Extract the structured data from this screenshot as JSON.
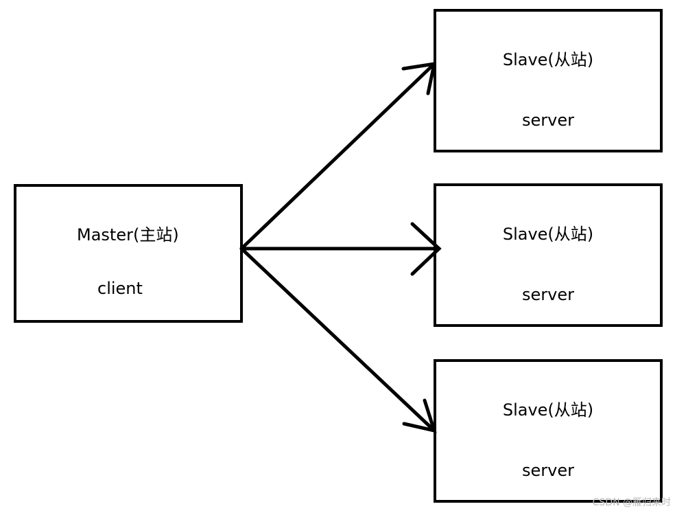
{
  "master": {
    "title": "Master(主站)",
    "role": "client"
  },
  "slaves": [
    {
      "title": "Slave(从站)",
      "role": "server"
    },
    {
      "title": "Slave(从站)",
      "role": "server"
    },
    {
      "title": "Slave(从站)",
      "role": "server"
    }
  ],
  "watermark": "CSDN @雁归来时"
}
